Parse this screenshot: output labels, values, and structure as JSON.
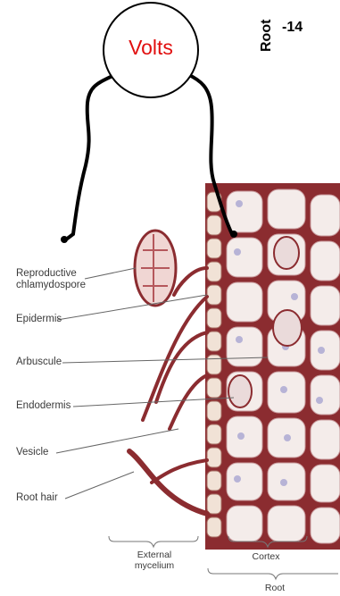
{
  "meter": {
    "label": "Volts"
  },
  "corner": {
    "vertical_text": "Root",
    "value_text": "-14"
  },
  "labels": {
    "reproductive": [
      "Reproductive",
      "chlamydospore"
    ],
    "epidermis": "Epidermis",
    "arbuscule": "Arbuscule",
    "endodermis": "Endodermis",
    "vesicle": "Vesicle",
    "root_hair": "Root hair"
  },
  "brackets": {
    "external": [
      "External",
      "mycelium"
    ],
    "cortex": "Cortex",
    "root": "Root"
  },
  "colors": {
    "meter_text": "#e10f0f",
    "tissue": "#8a2a2e",
    "wire": "#000000"
  }
}
